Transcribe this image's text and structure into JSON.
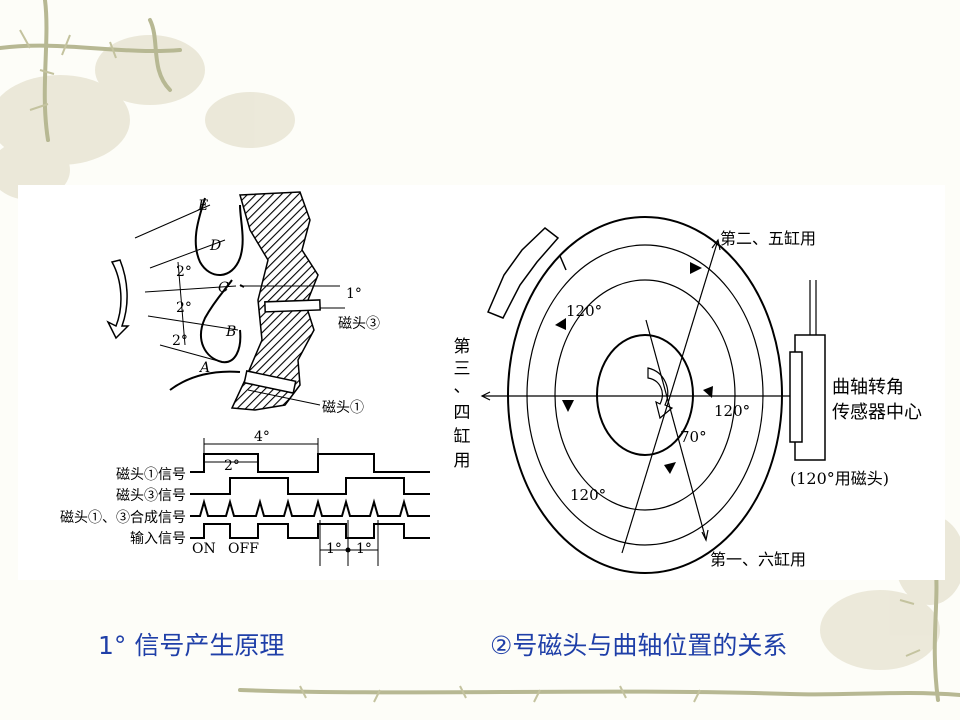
{
  "colors": {
    "caption": "#1f3fa8",
    "vine": "#b7b893",
    "leaf": "#e3e0cc"
  },
  "left_diagram": {
    "tooth_labels": [
      "E",
      "D",
      "C",
      "B",
      "A"
    ],
    "angle_upper": "2°",
    "angle_middle": "2°",
    "angle_lower": "2°",
    "angle_right": "1°",
    "head3_label": "磁头③",
    "head1_label": "磁头①",
    "period_label": "4°",
    "pulse_label": "2°",
    "signals": [
      "磁头①信号",
      "磁头③信号",
      "磁头①、③合成信号",
      "输入信号"
    ],
    "on_label": "ON",
    "off_label": "OFF",
    "interval_a": "1°",
    "interval_b": "1°"
  },
  "right_diagram": {
    "cyl_25": "第二、五缸用",
    "cyl_16": "第一、六缸用",
    "cyl_34": [
      "第",
      "三",
      "、",
      "四",
      "缸",
      "用"
    ],
    "angle_top": "120°",
    "angle_right": "120°",
    "angle_bottom": "120°",
    "angle_70": "70°",
    "sensor_center": [
      "曲轴转角",
      "传感器中心"
    ],
    "head_note": "(120°用磁头)"
  },
  "captions": {
    "left": "1° 信号产生原理",
    "right": "②号磁头与曲轴位置的关系"
  }
}
